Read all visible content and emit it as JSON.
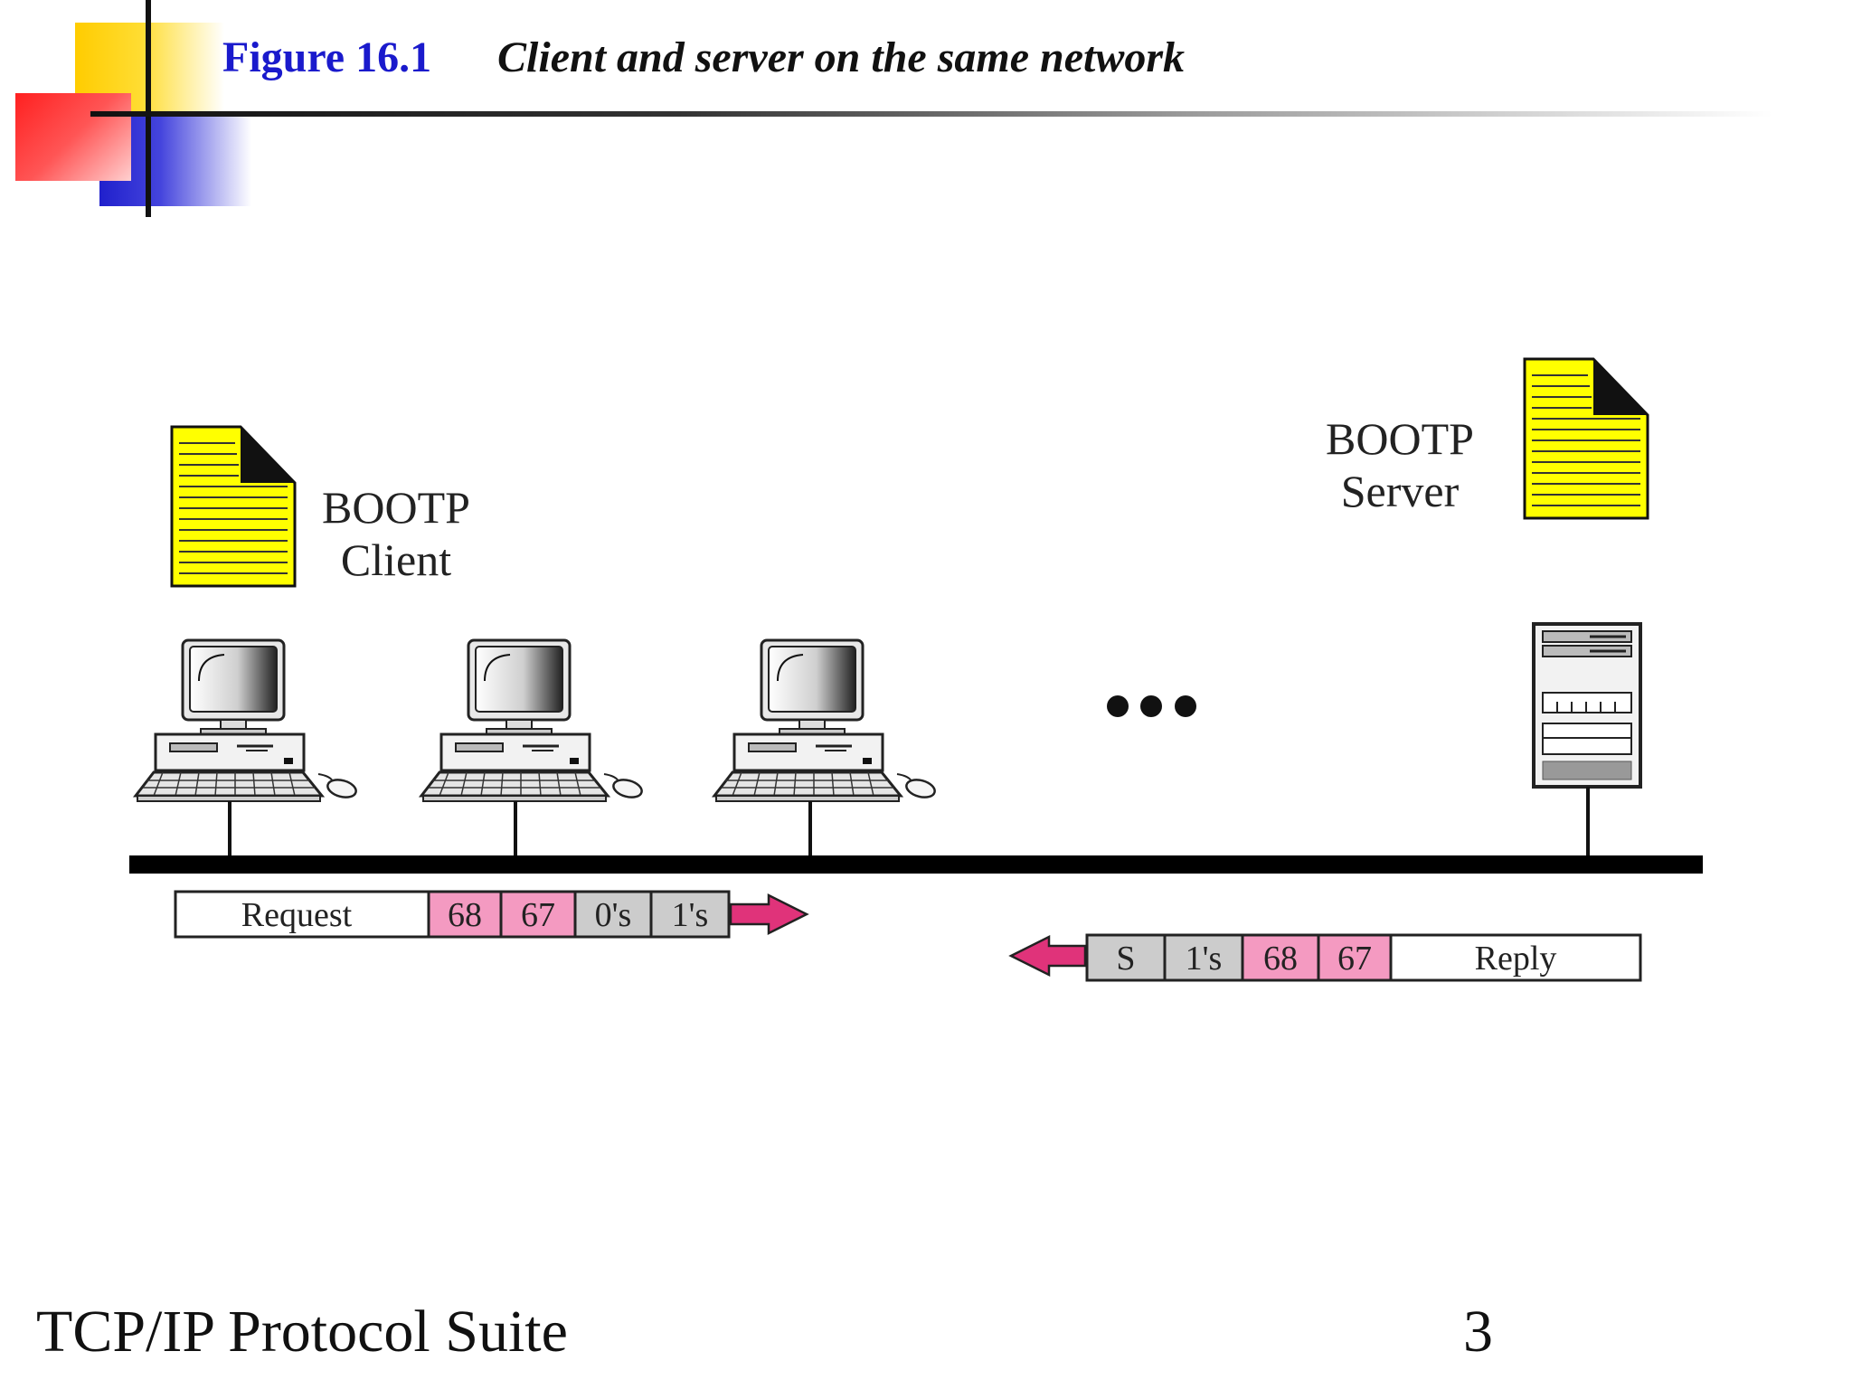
{
  "header": {
    "figure_label": "Figure 16.1",
    "figure_title": "Client and server on the same network"
  },
  "diagram": {
    "client_label_line1": "BOOTP",
    "client_label_line2": "Client",
    "server_label_line1": "BOOTP",
    "server_label_line2": "Server",
    "request_packet": {
      "body": "Request",
      "fields": [
        "68",
        "67",
        "0's",
        "1's"
      ]
    },
    "reply_packet": {
      "body": "Reply",
      "fields": [
        "S",
        "1's",
        "68",
        "67"
      ]
    },
    "colors": {
      "document": "#ffff00",
      "port_field": "#f49ac1",
      "address_field": "#cccccc",
      "arrow": "#e0337a"
    }
  },
  "footer": {
    "suite": "TCP/IP Protocol Suite",
    "page": "3"
  }
}
